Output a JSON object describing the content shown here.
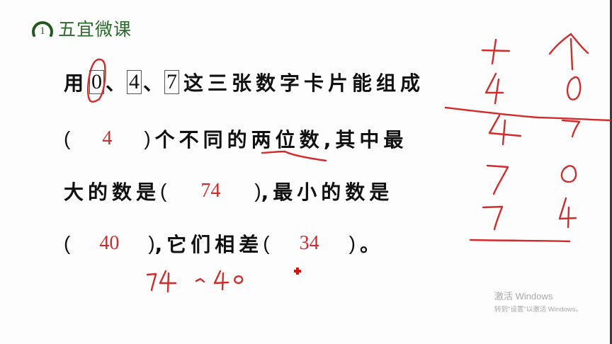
{
  "header": {
    "logo_number": "1",
    "brand": "五宜微课"
  },
  "question": {
    "line1": {
      "prefix": "用",
      "cards": [
        "0",
        "4",
        "7"
      ],
      "separator": "、",
      "suffix": "这三张数字卡片能组成"
    },
    "line2": {
      "open": "(",
      "answer": "4",
      "close": ")",
      "text_a": "个不同的",
      "text_b": "两位数",
      "text_c": ",其中最"
    },
    "line3": {
      "text_a": "大的数是",
      "open": "(",
      "answer": "74",
      "close": ")",
      "text_b": ",最小的数是"
    },
    "line4": {
      "open": "(",
      "answer": "40",
      "close": ")",
      "text_a": ",它们相差",
      "open2": "(",
      "answer2": "34",
      "close2": ")",
      "text_b": "。"
    }
  },
  "annotations": {
    "work_expression": "74 - 40",
    "table_headers": [
      "十",
      "个"
    ],
    "table_rows": [
      [
        "4",
        "0"
      ],
      [
        "4",
        "7"
      ],
      [
        "7",
        "0"
      ],
      [
        "7",
        "4"
      ]
    ],
    "ink_color": "#d42a2a"
  },
  "watermark": {
    "title": "激活 Windows",
    "subtitle": "转到\"设置\"以激活 Windows。"
  },
  "colors": {
    "brand_green": "#2a6a2a",
    "answer_red": "#d42a2a",
    "text": "#111111",
    "background": "#fdfdfd"
  }
}
